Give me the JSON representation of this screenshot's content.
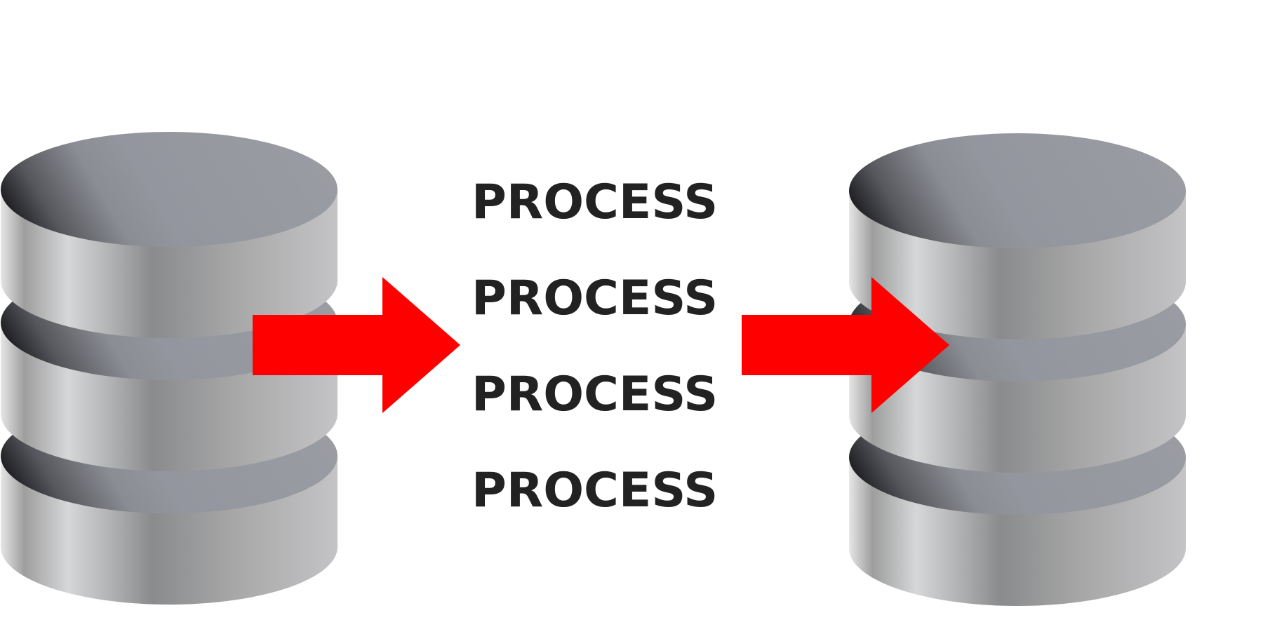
{
  "diagram": {
    "labels": [
      "PROCESS",
      "PROCESS",
      "PROCESS",
      "PROCESS"
    ],
    "colors": {
      "arrow": "#ff0000",
      "text": "#222222",
      "cylinder_body_light": "#d6d7d8",
      "cylinder_body_mid": "#8a8b8c",
      "cylinder_top": "#94969f",
      "cylinder_top_dark": "#1b1b1f"
    },
    "nodes": [
      {
        "id": "source-database",
        "icon": "database-icon",
        "disks": 3
      },
      {
        "id": "target-database",
        "icon": "database-icon",
        "disks": 3
      }
    ],
    "edges": [
      {
        "from": "source-database",
        "to": "process"
      },
      {
        "from": "process",
        "to": "target-database"
      }
    ]
  }
}
